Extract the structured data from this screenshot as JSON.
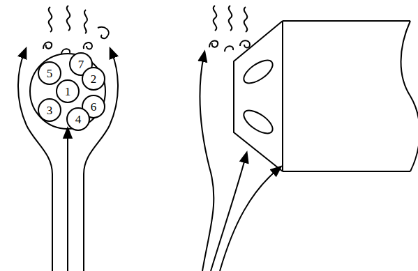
{
  "diagram": {
    "nodes": [
      {
        "text": [
          "7"
        ]
      },
      {
        "text": [
          "5"
        ]
      },
      {
        "text": [
          "2"
        ]
      },
      {
        "text": [
          "1"
        ]
      },
      {
        "text": [
          "3"
        ]
      },
      {
        "text": [
          "6"
        ]
      },
      {
        "text": [
          "4"
        ]
      }
    ]
  }
}
